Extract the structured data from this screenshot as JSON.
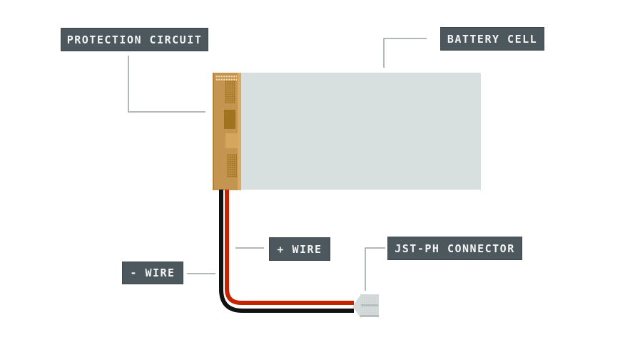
{
  "diagram": {
    "labels": {
      "protection_circuit": "PROTECTION CIRCUIT",
      "battery_cell": "BATTERY CELL",
      "plus_wire": "+ WIRE",
      "minus_wire": "- WIRE",
      "jst_ph_connector": "JST-PH CONNECTOR"
    }
  },
  "colors": {
    "background": "#ffffff",
    "label-bg": "#4d575e",
    "label-border": "#3f474c",
    "label-text": "#f3f5f5",
    "leader": "#9aa0a0",
    "cell": "#d8dfdf",
    "pcb-base": "#c49550",
    "pcb-edge-light": "#d9ab62",
    "pcb-edge-dark": "#b08035",
    "pcb-chip": "#a0731f",
    "pcb-pad-light": "#d4a75e",
    "pcb-dot": "#ecdcae",
    "wire-negative": "#111111",
    "wire-positive": "#c52200",
    "connector-body": "#d6dbdb",
    "connector-detail": "#b7bebe"
  }
}
